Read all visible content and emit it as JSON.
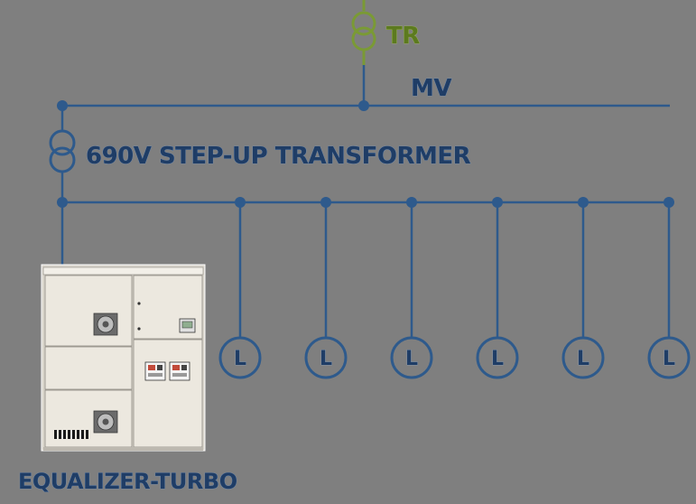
{
  "labels": {
    "tr": "TR",
    "mv": "MV",
    "stepup": "690V STEP-UP TRANSFORMER",
    "equalizer": "EQUALIZER-TURBO"
  },
  "loads": [
    "L",
    "L",
    "L",
    "L",
    "L",
    "L"
  ],
  "colors": {
    "background": "#7f7f7f",
    "line": "#2e5a8c",
    "node": "#2e5a8c",
    "tr_green": "#7a9a35",
    "text_blue": "#1f3d66",
    "cabinet": "#ece8df"
  },
  "icons": {
    "tr": "transformer-icon",
    "stepup": "transformer-icon",
    "load": "load-circle-icon",
    "cabinet": "equalizer-cabinet-image"
  }
}
